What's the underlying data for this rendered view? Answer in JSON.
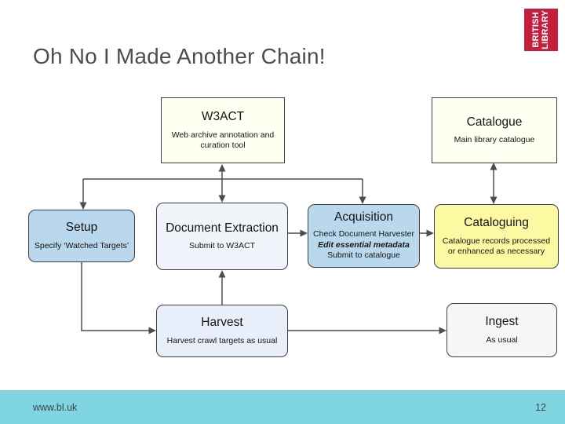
{
  "slide": {
    "title": "Oh No I Made Another Chain!",
    "footer_url": "www.bl.uk",
    "page_number": "12"
  },
  "logo": {
    "line1": "BRITISH",
    "line2": "LIBRARY"
  },
  "diagram": {
    "w3act": {
      "title": "W3ACT",
      "subtitle": "Web archive annotation and curation tool"
    },
    "catalogue": {
      "title": "Catalogue",
      "subtitle": "Main library catalogue"
    },
    "setup": {
      "title": "Setup",
      "subtitle": "Specify ‘Watched Targets’"
    },
    "document_extraction": {
      "title": "Document Extraction",
      "subtitle": "Submit to W3ACT"
    },
    "acquisition": {
      "title": "Acquisition",
      "line1": "Check Document Harvester",
      "line2": "Edit essential metadata",
      "line3": "Submit to catalogue"
    },
    "cataloguing": {
      "title": "Cataloguing",
      "subtitle": "Catalogue records processed or enhanced as necessary"
    },
    "harvest": {
      "title": "Harvest",
      "subtitle": "Harvest crawl targets as usual"
    },
    "ingest": {
      "title": "Ingest",
      "subtitle": "As usual"
    }
  },
  "colors": {
    "title_text": "#4d4d4d",
    "footer_bar": "#7fd6e2",
    "footer_text": "#3f4447",
    "logo_red": "#c41f3d",
    "box_border": "#3f3f3f",
    "connector": "#4d4d4d",
    "ivory_fill": "#fffff2",
    "blue_fill": "#b9d8ed",
    "docext_fill": "#f1f5fb",
    "harvest_fill": "#e9effa",
    "yellow_fill": "#fcf9a2",
    "gray_fill": "#f6f6f6"
  }
}
